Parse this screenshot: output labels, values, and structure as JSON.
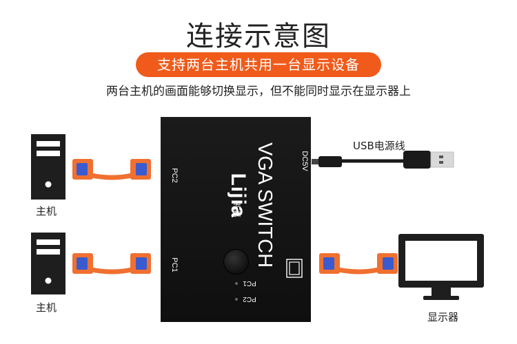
{
  "title": "连接示意图",
  "banner": "支持两台主机共用一台显示设备",
  "description": "两台主机的画面能够切换显示，但不能同时显示在显示器上",
  "labels": {
    "host_top": "主机",
    "host_bottom": "主机",
    "monitor": "显示器",
    "usb_cable": "USB电源线"
  },
  "device": {
    "name": "VGA SWITCH",
    "brand": "Lijia",
    "brand_cn": "礼嘉",
    "port_dc": "DC5V",
    "port_pc2": "PC2",
    "port_pc1": "PC1",
    "indicator_pc1": "PC1",
    "indicator_pc2": "PC2"
  },
  "icons": {
    "computer": "pc-tower-icon",
    "monitor": "monitor-icon",
    "cable": "vga-cable-icon",
    "usb": "usb-plug-icon",
    "vga_port": "vga-port-icon"
  },
  "colors": {
    "accent": "#f05a1a",
    "cable": "#f07030",
    "connector_blue": "#3a5bd0",
    "device": "#141414",
    "pc": "#1e1e1e"
  }
}
